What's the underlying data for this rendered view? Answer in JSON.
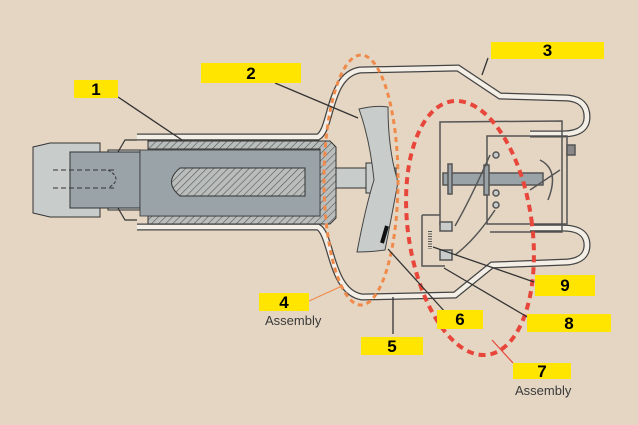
{
  "title": "X-ray tube diagram",
  "labels": {
    "l1": "1",
    "l2": "2",
    "l3": "3",
    "l4": "4",
    "l5": "5",
    "l6": "6",
    "l7": "7",
    "l8": "8",
    "l9": "9"
  },
  "captions": {
    "assembly_4": "Assembly",
    "assembly_7": "Assembly"
  },
  "colors": {
    "background": "#e4d6c3",
    "label_fill": "#ffe500",
    "anode_assembly_outline": "#f08a4b",
    "cathode_assembly_outline": "#e8463a"
  }
}
